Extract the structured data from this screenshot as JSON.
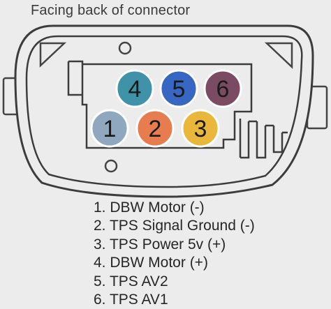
{
  "title": "Facing back of connector",
  "pins": [
    {
      "number": "1",
      "color": "#8fa7bf"
    },
    {
      "number": "2",
      "color": "#e77d4e"
    },
    {
      "number": "3",
      "color": "#e9b73a"
    },
    {
      "number": "4",
      "color": "#3f92a8"
    },
    {
      "number": "5",
      "color": "#3767c2"
    },
    {
      "number": "6",
      "color": "#7b4a63"
    }
  ],
  "legend": [
    "1. DBW Motor (-)",
    "2. TPS Signal Ground (-)",
    "3. TPS Power 5v (+)",
    "4. DBW Motor (+)",
    "5. TPS AV2",
    "6. TPS AV1"
  ]
}
